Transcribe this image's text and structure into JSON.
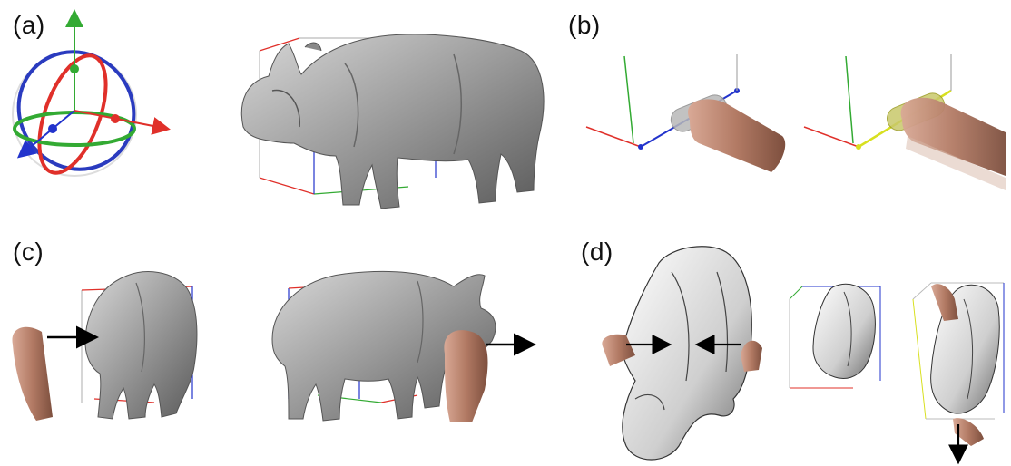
{
  "panels": {
    "a": {
      "label": "(a)"
    },
    "b": {
      "label": "(b)"
    },
    "c": {
      "label": "(c)"
    },
    "d": {
      "label": "(d)"
    }
  },
  "colors": {
    "x_axis": "#e0302a",
    "y_axis": "#33aa33",
    "z_axis": "#2233cc",
    "highlight": "#d8e020",
    "model": "#8a8a8a",
    "model_light": "#bdbdbd",
    "finger": "#b8836c",
    "arrow": "#000000"
  },
  "icons": [
    "transform-gizmo",
    "rhino-model",
    "bounding-box",
    "finger",
    "push-arrow"
  ]
}
